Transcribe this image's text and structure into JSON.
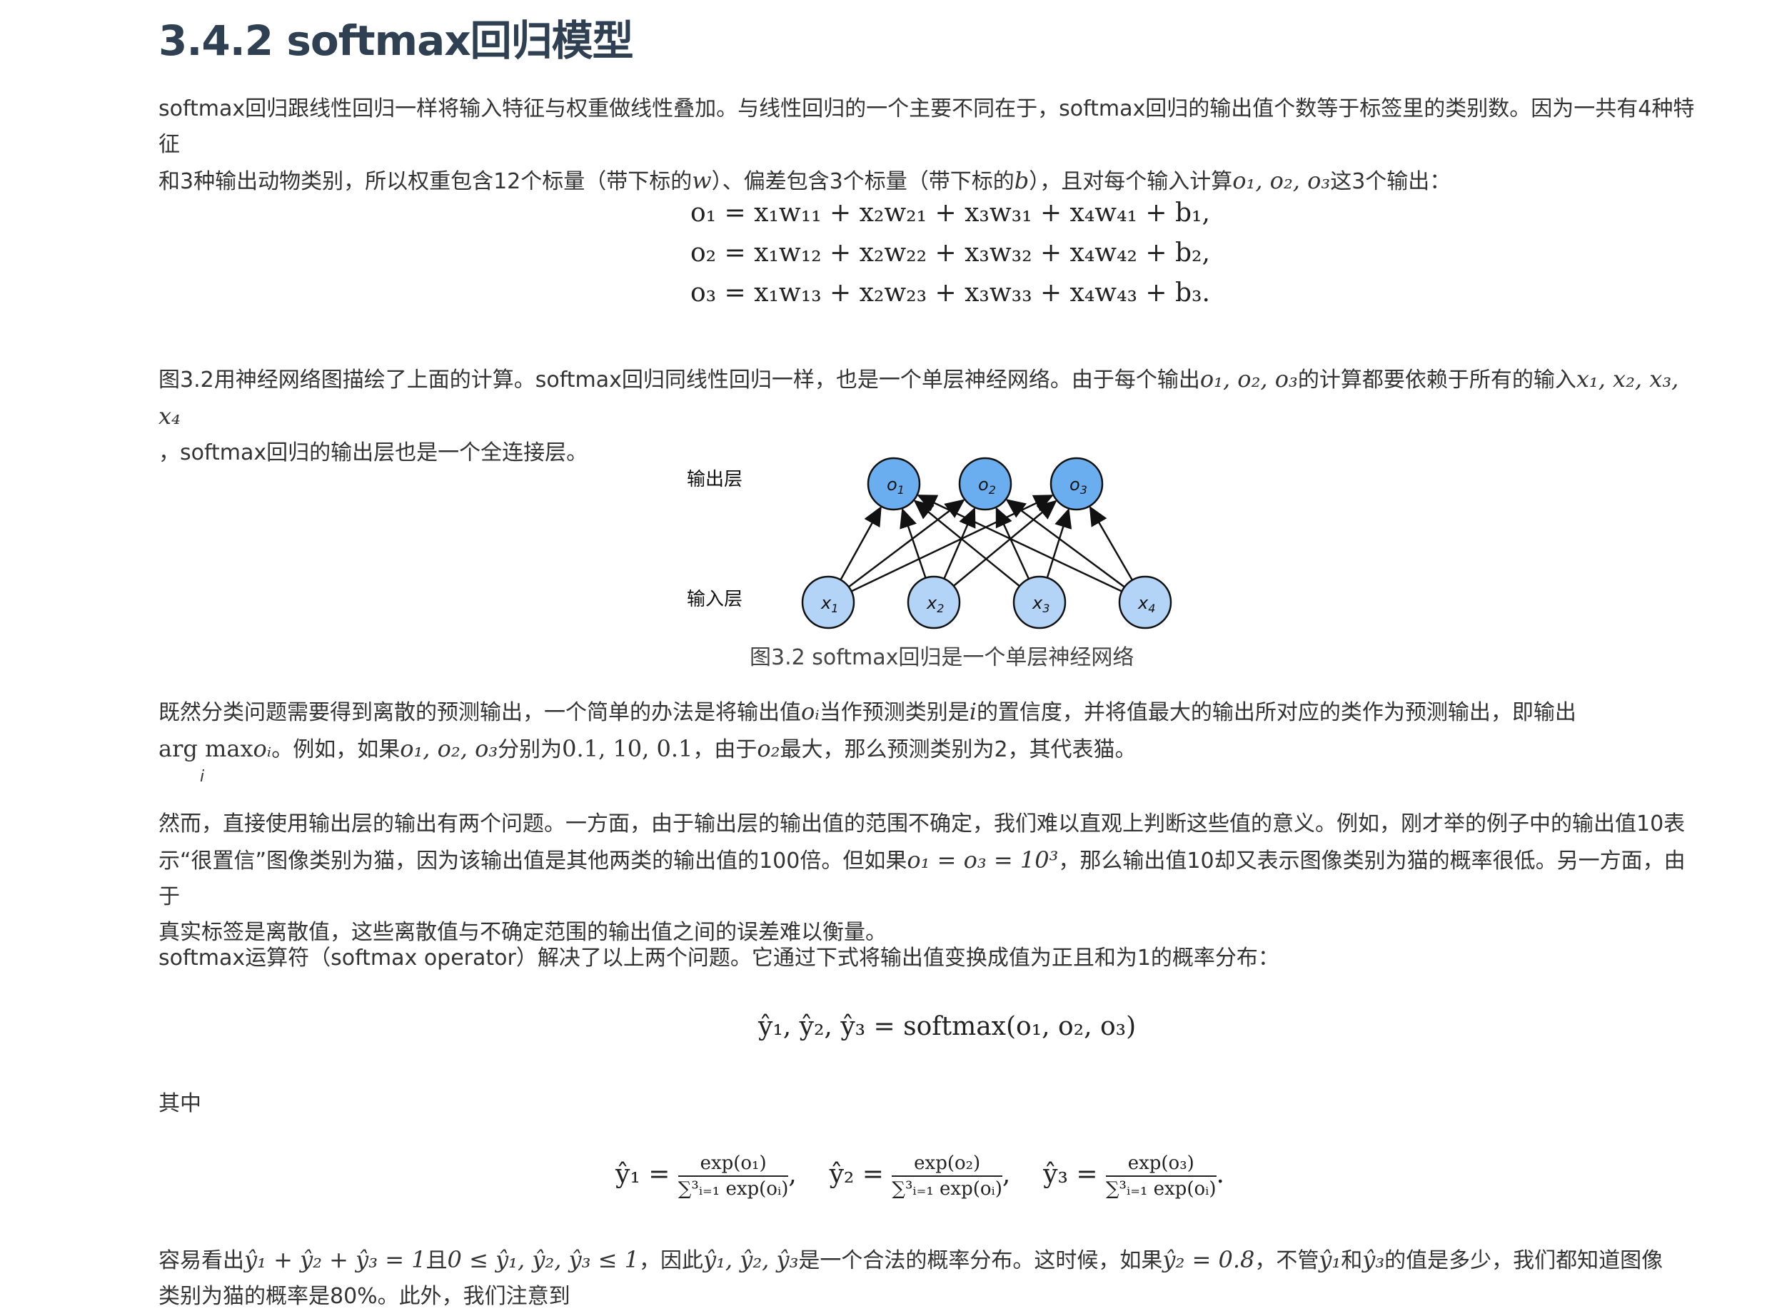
{
  "section": {
    "title": "3.4.2 softmax回归模型"
  },
  "p1": {
    "line1": "softmax回归跟线性回归一样将输入特征与权重做线性叠加。与线性回归的一个主要不同在于，softmax回归的输出值个数等于标签里的类别数。因为一共有4种特征",
    "line2a": "和3种输出动物类别，所以权重包含12个标量（带下标的",
    "w": "w",
    "line2b": "）、偏差包含3个标量（带下标的",
    "b": "b",
    "line2c": "），且对每个输入计算",
    "outputs": "o₁, o₂, o₃",
    "line2d": "这3个输出："
  },
  "equations": {
    "row1": "o₁ = x₁w₁₁ + x₂w₂₁ + x₃w₃₁ + x₄w₄₁ + b₁,",
    "row2": "o₂ = x₁w₁₂ + x₂w₂₂ + x₃w₃₂ + x₄w₄₂ + b₂,",
    "row3": "o₃ = x₁w₁₃ + x₂w₂₃ + x₃w₃₃ + x₄w₄₃ + b₃."
  },
  "p2": {
    "line1a": "图3.2用神经网络图描绘了上面的计算。softmax回归同线性回归一样，也是一个单层神经网络。由于每个输出",
    "outputs": "o₁, o₂, o₃",
    "line1b": "的计算都要依赖于所有的输入",
    "inputs": "x₁, x₂, x₃, x₄",
    "line2": "，softmax回归的输出层也是一个全连接层。"
  },
  "figure": {
    "output_layer_label": "输出层",
    "input_layer_label": "输入层",
    "output_nodes": [
      "o1",
      "o2",
      "o3"
    ],
    "input_nodes": [
      "x1",
      "x2",
      "x3",
      "x4"
    ],
    "output_node_color": "#6aaef0",
    "input_node_color": "#b3d4f7",
    "caption": "图3.2 softmax回归是一个单层神经网络"
  },
  "p3": {
    "line1a": "既然分类问题需要得到离散的预测输出，一个简单的办法是将输出值",
    "oi": "oᵢ",
    "line1b": "当作预测类别是",
    "i": "i",
    "line1c": "的置信度，并将值最大的输出所对应的类作为预测输出，即输出",
    "argmax": "arg max",
    "argmax_sub": "i",
    "argmax_arg": "oᵢ",
    "line2a": "。例如，如果",
    "outputs": "o₁, o₂, o₃",
    "line2b": "分别为",
    "values": "0.1, 10, 0.1",
    "line2c": "，由于",
    "o2": "o₂",
    "line2d": "最大，那么预测类别为2，其代表猫。"
  },
  "p4": {
    "line1": "然而，直接使用输出层的输出有两个问题。一方面，由于输出层的输出值的范围不确定，我们难以直观上判断这些值的意义。例如，刚才举的例子中的输出值10表",
    "line2a": "示“很置信”图像类别为猫，因为该输出值是其他两类的输出值的100倍。但如果",
    "eq": "o₁ = o₃ = 10³",
    "line2b": "，那么输出值10却又表示图像类别为猫的概率很低。另一方面，由于",
    "line3": "真实标签是离散值，这些离散值与不确定范围的输出值之间的误差难以衡量。"
  },
  "p5": {
    "line1": "softmax运算符（softmax operator）解决了以上两个问题。它通过下式将输出值变换成值为正且和为1的概率分布："
  },
  "softmax_eq": "ŷ₁, ŷ₂, ŷ₃ = softmax(o₁, o₂, o₃)",
  "p6": {
    "line1": "其中"
  },
  "fractions": {
    "y1": "ŷ₁ =",
    "y2": "ŷ₂ =",
    "y3": "ŷ₃ =",
    "num1": "exp(o₁)",
    "num2": "exp(o₂)",
    "num3": "exp(o₃)",
    "den": "∑³ᵢ₌₁ exp(oᵢ)",
    "sep1": ",",
    "sep2": ",",
    "end": "."
  },
  "p7": {
    "line1a": "容易看出",
    "eq1": "ŷ₁ + ŷ₂ + ŷ₃ = 1",
    "and": "且",
    "eq2": "0 ≤ ŷ₁, ŷ₂, ŷ₃ ≤ 1",
    "line1b": "，因此",
    "ys": "ŷ₁, ŷ₂, ŷ₃",
    "line1c": "是一个合法的概率分布。这时候，如果",
    "eq3": "ŷ₂ = 0.8",
    "line1d": "，不管",
    "y1": "ŷ₁",
    "he": "和",
    "y3": "ŷ₃",
    "line1e": "的值是多少，我们都知道图像",
    "line2": "类别为猫的概率是80%。此外，我们注意到"
  }
}
